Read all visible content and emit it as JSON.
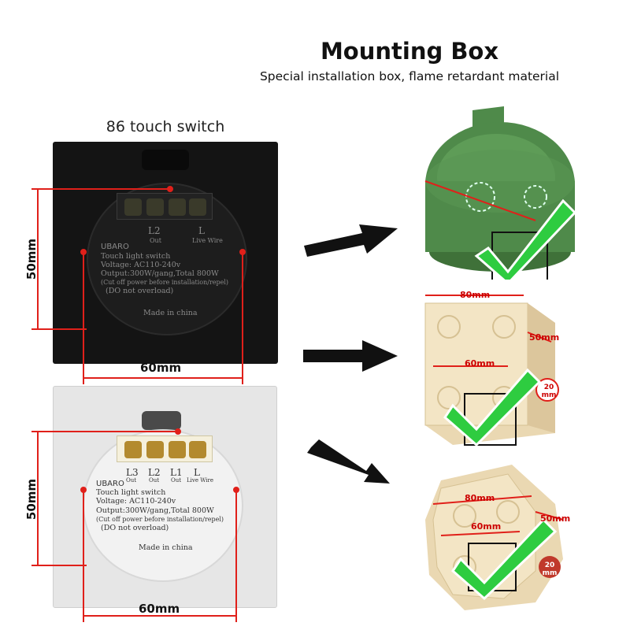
{
  "header": {
    "title": "Mounting Box",
    "subtitle": "Special installation box, flame retardant material"
  },
  "switch_label": "86 touch switch",
  "black_switch": {
    "terminals": [
      "L2",
      "L"
    ],
    "terminal_sub": [
      "Out",
      "Live Wire"
    ],
    "brand": "UBARO",
    "lines": [
      "Touch light switch",
      "Voltage: AC110-240v",
      "Output:300W/gang,Total 800W",
      "(Cut off power before installation/repel)",
      "(DO not overload)"
    ],
    "footer": "Made in china",
    "height_label": "50mm",
    "width_label": "60mm"
  },
  "white_switch": {
    "terminals": [
      "L3",
      "L2",
      "L1",
      "L"
    ],
    "terminal_sub": [
      "Out",
      "Out",
      "Out",
      "Live Wire"
    ],
    "brand": "UBARO",
    "lines": [
      "Touch light switch",
      "Voltage: AC110-240v",
      "Output:300W/gang,Total 800W",
      "(Cut off power before installation/repel)",
      "(DO not overload)"
    ],
    "footer": "Made in china",
    "height_label": "50mm",
    "width_label": "60mm"
  },
  "boxes": {
    "square": {
      "width_label": "80mm",
      "depth_label": "50mm",
      "hole_label": "60mm",
      "corner_label": "20 mm"
    },
    "octagon": {
      "width_label": "80mm",
      "depth_label": "50mm",
      "hole_label": "60mm",
      "corner_label": "20 mm"
    }
  },
  "colors": {
    "dimension_red": "#e0201a",
    "check_green": "#2ecc40",
    "green_box": "#4f8a4a",
    "beige_box": "#ead8b2"
  }
}
